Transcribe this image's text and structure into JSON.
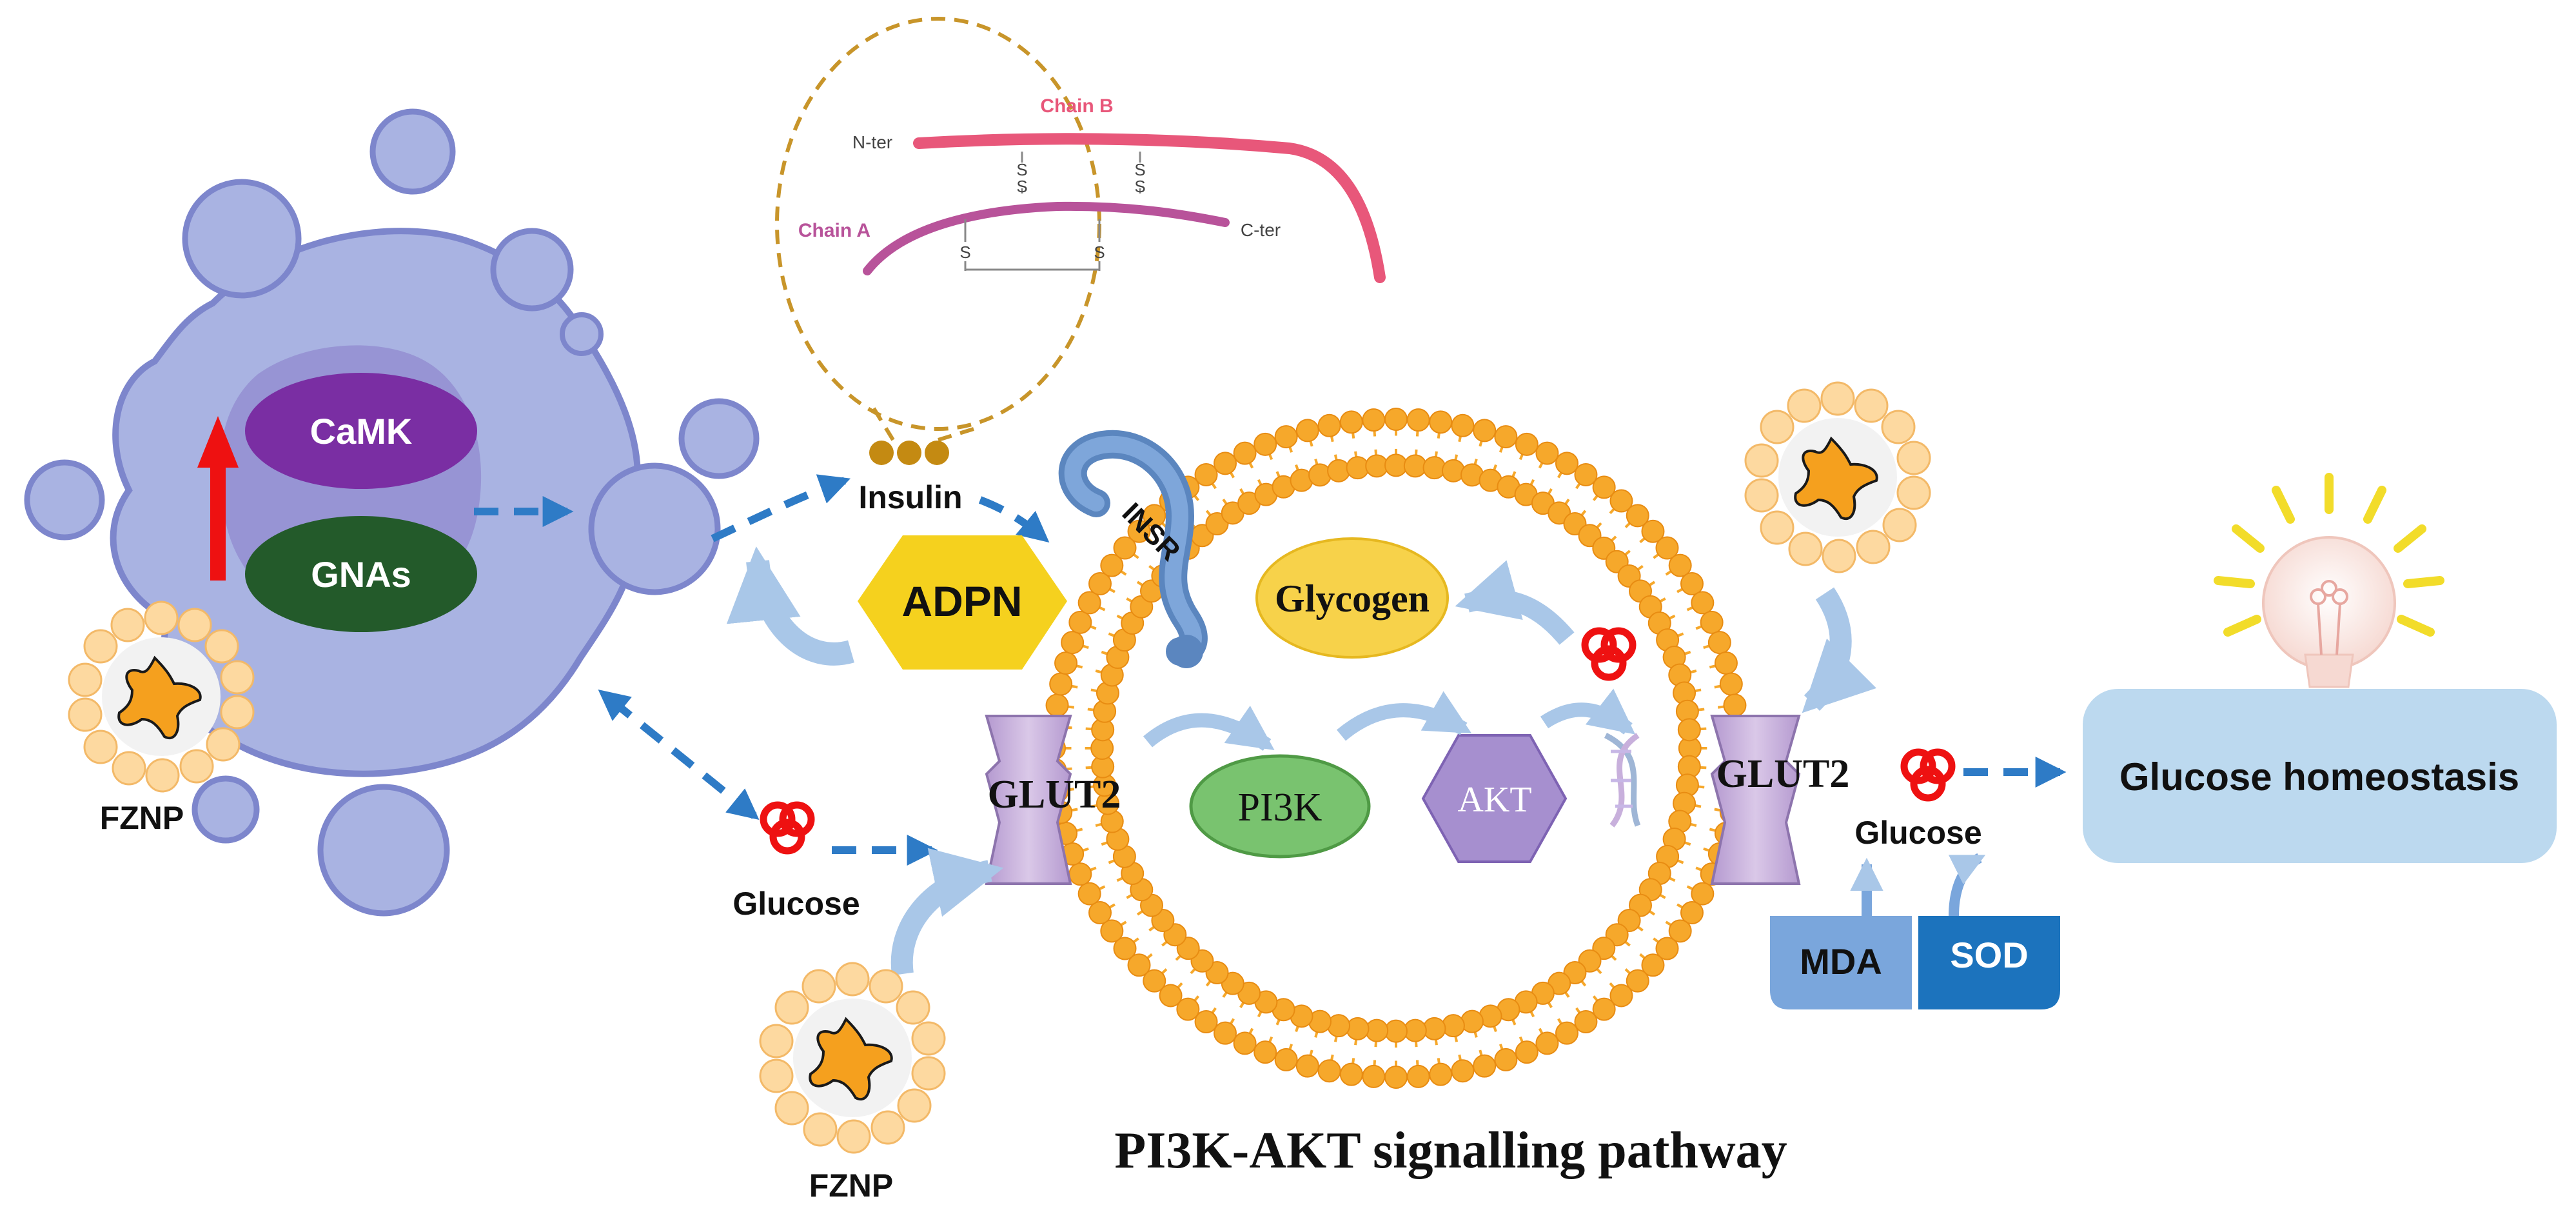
{
  "labels": {
    "camk": "CaMK",
    "gnas": "GNAs",
    "fznp": "FZNP",
    "insulin": "Insulin",
    "adpn": "ADPN",
    "insr": "INSR",
    "glycogen": "Glycogen",
    "glut2": "GLUT2",
    "pi3k": "PI3K",
    "akt": "AKT",
    "glucose": "Glucose",
    "mda": "MDA",
    "sod": "SOD",
    "glucose_homeostasis": "Glucose homeostasis",
    "pathway_title": "PI3K-AKT signalling pathway"
  },
  "insulin_structure": {
    "chain_a": "Chain A",
    "chain_b": "Chain B",
    "n_ter": "N-ter",
    "c_ter": "C-ter",
    "sulfur": "S"
  },
  "colors": {
    "cell_fill": "#a9b3e2",
    "cell_stroke": "#7d86cc",
    "nucleus": "#9590d3",
    "camk": "#7a2ea3",
    "gnas": "#235a2a",
    "arrow_blue": "#2e7bc6",
    "arrow_red": "#ee1111",
    "membrane": "#f6a82b",
    "chain_b": "#e8577a",
    "chain_a": "#b8539a",
    "zoom_circle": "#c8952a",
    "insulin_dots": "#c48a12",
    "glycogen": "#f7d24a",
    "pi3k": "#79c36f",
    "akt": "#a68fcf",
    "adpn": "#f5d11e",
    "glut2": "#c9b2dc",
    "homeostasis_box": "#bcd9ef",
    "mda": "#7aa6dc",
    "sod": "#1c73bd",
    "bulb_rays": "#f2dc2a",
    "nanoparticle_star": "#f5a01e"
  }
}
